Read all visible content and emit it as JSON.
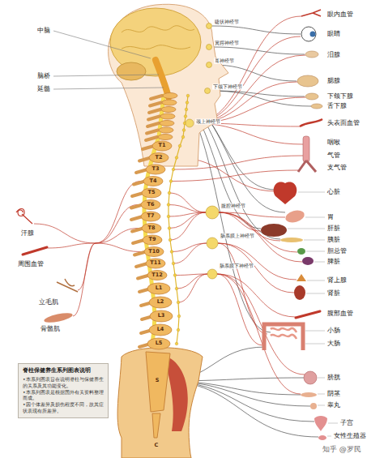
{
  "diagram": {
    "nodes": [
      {
        "text": [
          "脊柱保健养生系列图表说明",
          "•本系列图表旨在说明脊柱与保健养生的关系及其功能变化。",
          "•本系列图表是根据国外有关资料整理而成。",
          "•因个体差异及损伤程度不同，故其症状表现有所差异。"
        ]
      }
    ],
    "labels": [
      "眼内血管",
      "眼睛",
      "泪腺",
      "腮腺",
      "下颌下腺",
      "舌下腺",
      "头表面血管",
      "咽喉",
      "气管",
      "支气管",
      "心脏",
      "胃",
      "肝脏",
      "胰脏",
      "胆总管",
      "脾脏",
      "肾上腺",
      "肾脏",
      "腹部血管",
      "小肠",
      "大肠",
      "膀胱",
      "阴茎",
      "睾丸",
      "子宫",
      "女性生殖器",
      "中脑",
      "脑桥",
      "延髓",
      "汗腺",
      "周围血管",
      "立毛肌",
      "骨骼肌",
      "睫状神经节",
      "翼腭神经节",
      "耳神经节",
      "下颌下神经节",
      "颈上神经节",
      "腹腔神经节",
      "肠系膜上神经节",
      "肠系膜下神经节",
      "T1",
      "T2",
      "T3",
      "T4",
      "T5",
      "T6",
      "T7",
      "T8",
      "T9",
      "T10",
      "T11",
      "T12",
      "L1",
      "L2",
      "L3",
      "L4",
      "L5",
      "S",
      "C",
      "知乎 @罗民"
    ]
  }
}
